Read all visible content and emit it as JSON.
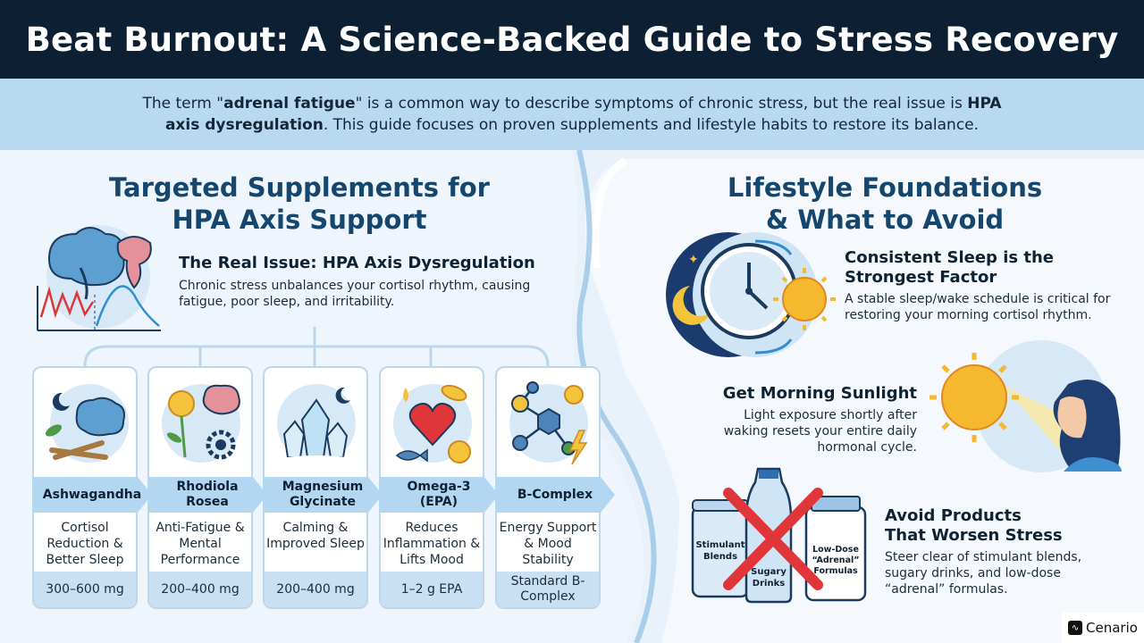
{
  "header": {
    "title": "Beat Burnout: A Science-Backed Guide to Stress Recovery"
  },
  "intro": {
    "part1": "The term \"",
    "term1": "adrenal fatigue",
    "part2": "\" is a common way to describe symptoms of chronic stress, but the real issue is ",
    "term2": "HPA axis dysregulation",
    "part3": ". This guide focuses on proven supplements and lifestyle habits to restore its balance."
  },
  "left": {
    "title_line1": "Targeted Supplements for",
    "title_line2": "HPA Axis Support",
    "issue_title": "The Real Issue: HPA Axis Dysregulation",
    "issue_desc": "Chronic stress unbalances your cortisol rhythm, causing fatigue, poor sleep, and irritability.",
    "supplements": [
      {
        "name": "Ashwagandha",
        "benefit": "Cortisol Reduction & Better Sleep",
        "dose": "300–600 mg"
      },
      {
        "name": "Rhodiola Rosea",
        "benefit": "Anti-Fatigue & Mental Performance",
        "dose": "200–400 mg"
      },
      {
        "name": "Magnesium Glycinate",
        "benefit": "Calming & Improved Sleep",
        "dose": "200–400 mg"
      },
      {
        "name": "Omega-3 (EPA)",
        "benefit": "Reduces Inflammation & Lifts Mood",
        "dose": "1–2 g EPA"
      },
      {
        "name": "B-Complex",
        "benefit": "Energy Support & Mood Stability",
        "dose": "Standard B-Complex"
      }
    ]
  },
  "right": {
    "title_line1": "Lifestyle Foundations",
    "title_line2": "& What to Avoid",
    "sleep_title": "Consistent Sleep is the Strongest Factor",
    "sleep_desc": "A stable sleep/wake schedule is critical for restoring your morning cortisol rhythm.",
    "sun_title": "Get Morning Sunlight",
    "sun_desc": "Light exposure shortly after waking resets your entire daily hormonal cycle.",
    "avoid_title": "Avoid Products That Worsen Stress",
    "avoid_desc": "Steer clear of stimulant blends, sugary drinks, and low-dose “adrenal” formulas.",
    "labels": {
      "can": "Stimulant Blends",
      "bottle": "Sugary Drinks",
      "jar": "Low-Dose “Adrenal” Formulas"
    }
  },
  "brand": {
    "name": "Cenario",
    "logo_icon": "pulse-icon"
  },
  "colors": {
    "header_bg": "#0d1f33",
    "intro_bg": "#b9d9f0",
    "title_blue": "#15466e",
    "band_blue": "#b3d6f1",
    "alert_red": "#e0363a"
  }
}
